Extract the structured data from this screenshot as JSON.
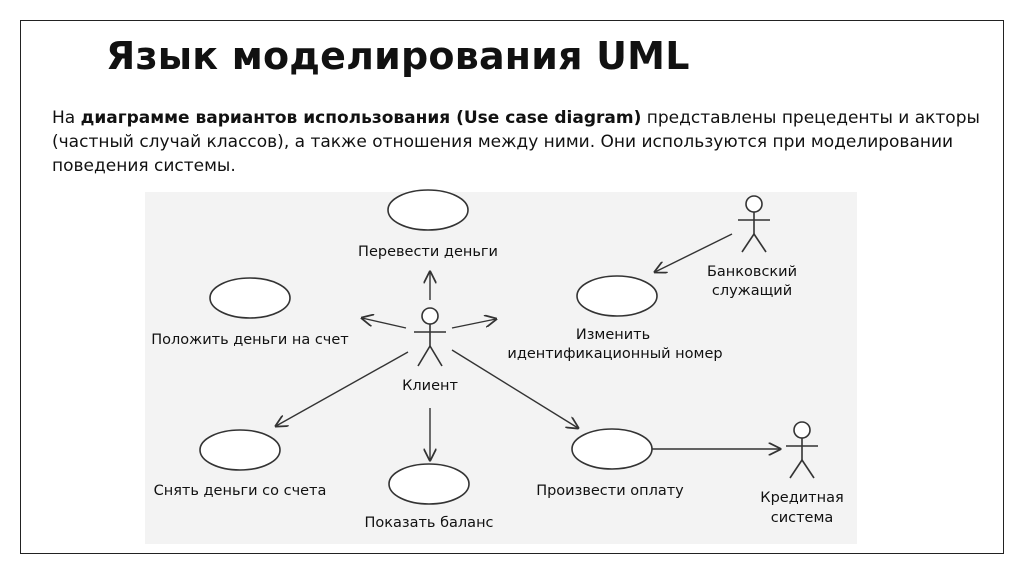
{
  "slide": {
    "title": "Язык моделирования UML",
    "intro": {
      "prefix": "На ",
      "bold": "диаграмме вариантов использования (Use case diagram)",
      "suffix": " представлены прецеденты и акторы (частный случай классов), а также отношения между ними. Они используются при моделировании поведения системы."
    }
  },
  "diagram": {
    "actors": {
      "client": "Клиент",
      "bank_employee": [
        "Банковский",
        "служащий"
      ],
      "credit_system": [
        "Кредитная",
        "система"
      ]
    },
    "use_cases": {
      "transfer": "Перевести деньги",
      "deposit": "Положить деньги на счет",
      "change_id": [
        "Изменить",
        "идентификационный номер"
      ],
      "withdraw": "Снять деньги со счета",
      "show_balance": "Показать баланс",
      "pay": "Произвести оплату"
    }
  },
  "colors": {
    "line": "#333333",
    "diagram_bg": "#f3f3f3",
    "border": "#222222"
  }
}
